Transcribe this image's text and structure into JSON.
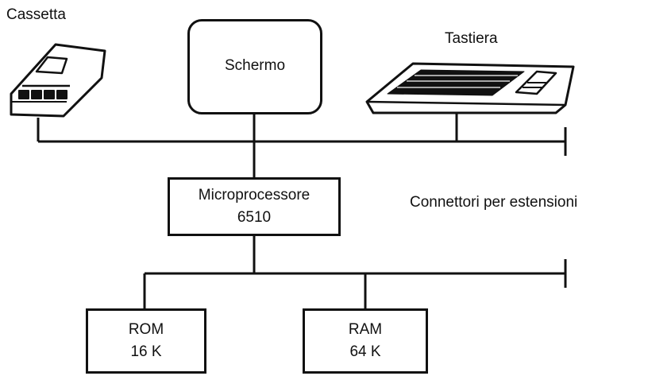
{
  "diagram": {
    "cassette": {
      "label": "Cassetta"
    },
    "screen": {
      "label": "Schermo"
    },
    "keyboard": {
      "label": "Tastiera"
    },
    "cpu": {
      "line1": "Microprocessore",
      "line2": "6510"
    },
    "expansion": {
      "label": "Connettori per estensioni"
    },
    "rom": {
      "line1": "ROM",
      "line2": "16 K"
    },
    "ram": {
      "line1": "RAM",
      "line2": "64 K"
    }
  }
}
